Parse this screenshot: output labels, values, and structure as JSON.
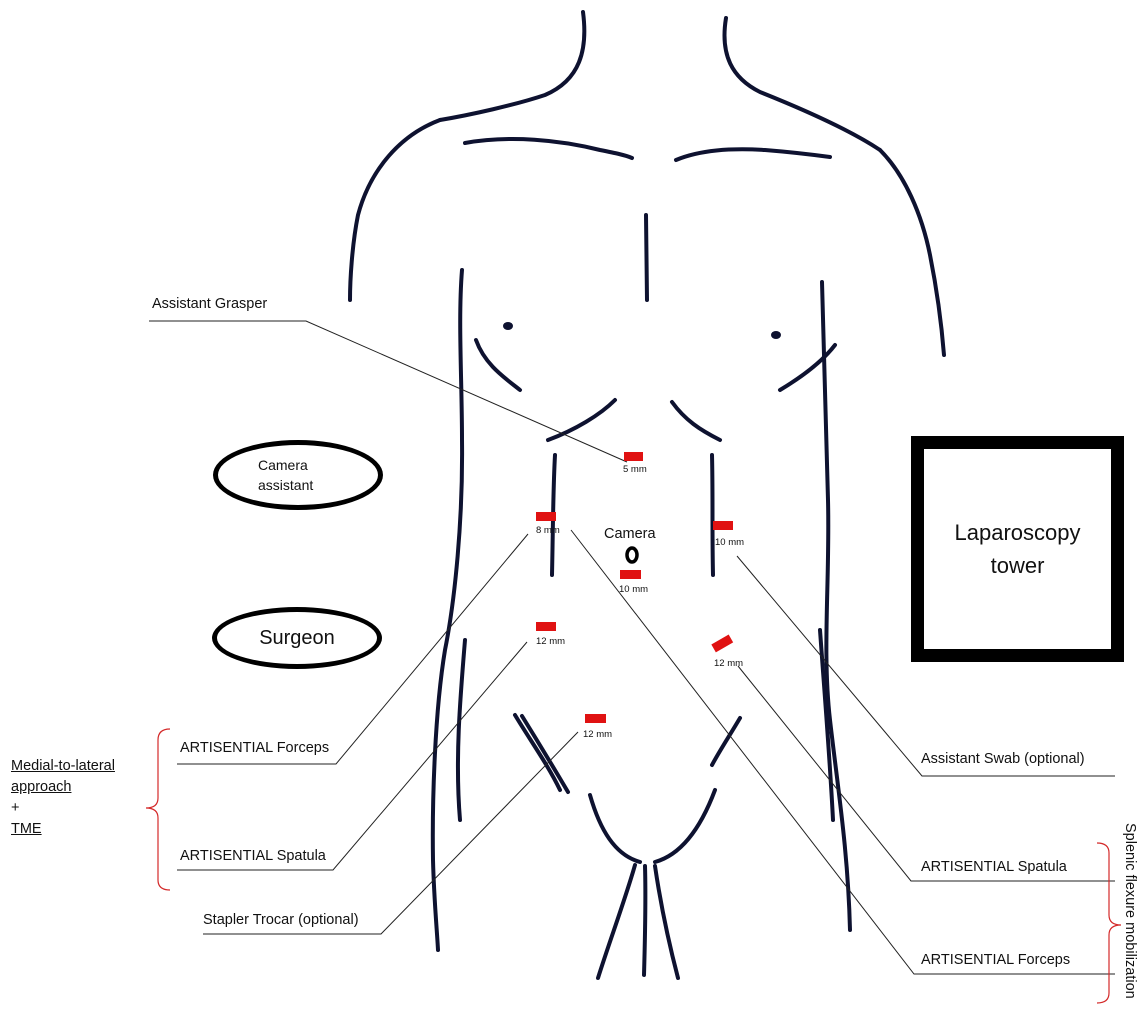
{
  "ellipses": {
    "camera_assistant": "Camera\nassistant",
    "surgeon": "Surgeon"
  },
  "tower": "Laparoscopy tower",
  "camera_label": "Camera",
  "ports": {
    "p5": "5 mm",
    "p8": "8 mm",
    "p10_left": "10 mm",
    "p10_center": "10 mm",
    "p12_left": "12 mm",
    "p12_right": "12 mm",
    "p12_low": "12 mm"
  },
  "labels": {
    "assistant_grasper": "Assistant Grasper",
    "artisential_forceps_left": "ARTISENTIAL Forceps",
    "artisential_spatula_left": "ARTISENTIAL Spatula",
    "stapler_trocar": "Stapler Trocar (optional)",
    "assistant_swab": "Assistant Swab (optional)",
    "artisential_spatula_right": "ARTISENTIAL Spatula",
    "artisential_forceps_right": "ARTISENTIAL Forceps"
  },
  "approach": {
    "line1": "Medial-to-lateral",
    "line2": "approach",
    "plus": "+",
    "tme": "TME"
  },
  "splenic": "Splenic flexure mobilization",
  "colors": {
    "outline": "#0e1230",
    "port": "#e01212",
    "brace": "#d42a2a",
    "leader": "#222222"
  }
}
